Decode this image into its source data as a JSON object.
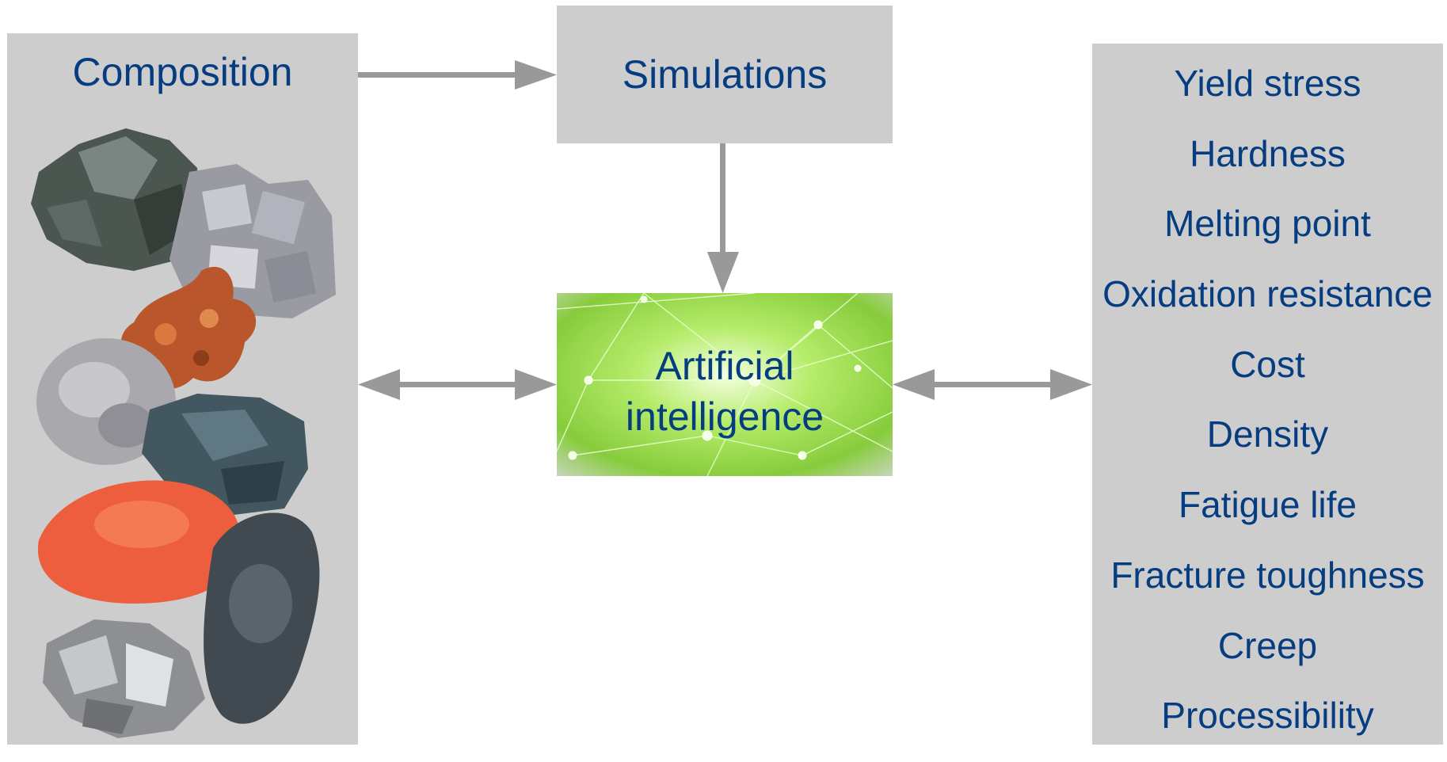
{
  "composition": {
    "title": "Composition"
  },
  "simulations": {
    "label": "Simulations"
  },
  "ai": {
    "line1": "Artificial",
    "line2": "intelligence"
  },
  "properties": [
    "Yield stress",
    "Hardness",
    "Melting point",
    "Oxidation resistance",
    "Cost",
    "Density",
    "Fatigue life",
    "Fracture toughness",
    "Creep",
    "Processibility"
  ],
  "colors": {
    "panel": "#cdcdcd",
    "text": "#063d80",
    "arrow": "#999999",
    "ai_glow": "#9be04a"
  }
}
